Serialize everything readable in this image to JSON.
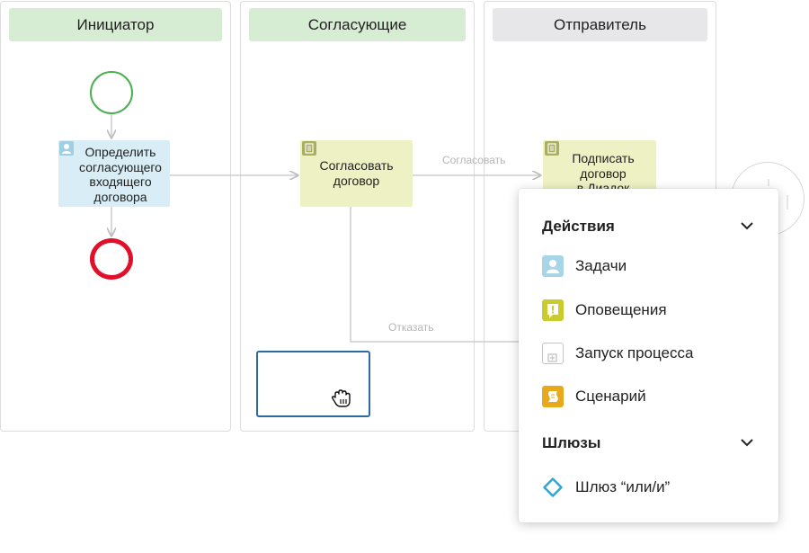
{
  "lanes": [
    {
      "title": "Инициатор"
    },
    {
      "title": "Согласующие"
    },
    {
      "title": "Отправитель"
    }
  ],
  "tasks": {
    "determine": {
      "lines": [
        "Определить",
        "согласующего",
        "входящего",
        "договора"
      ],
      "icon": "user-icon"
    },
    "approve": {
      "lines": [
        "Согласовать",
        "договор"
      ],
      "icon": "document-icon"
    },
    "sign": {
      "lines": [
        "Подписать",
        "договор",
        "в Диадок"
      ],
      "icon": "document-icon"
    }
  },
  "flows": {
    "approve_label": "Согласовать",
    "reject_label": "Отказать"
  },
  "panel": {
    "actions": {
      "title": "Действия",
      "items": [
        {
          "label": "Задачи",
          "icon": "user-icon",
          "color": "#a8d6e8"
        },
        {
          "label": "Оповещения",
          "icon": "exclamation-icon",
          "color": "#c8cc2c"
        },
        {
          "label": "Запуск процесса",
          "icon": "subprocess-icon",
          "color": "#ffffff"
        },
        {
          "label": "Сценарий",
          "icon": "script-icon",
          "color": "#e8a91c"
        }
      ]
    },
    "gateways": {
      "title": "Шлюзы",
      "items": [
        {
          "label": "Шлюз “или/и”",
          "icon": "diamond-icon",
          "color": "#2aa7d6"
        }
      ]
    }
  },
  "colors": {
    "lane_header_green": "#d6ecd3",
    "lane_header_gray": "#e7e6e8",
    "start_event": "#4caf50",
    "end_event": "#e0102a",
    "user_task": "#d8edf5",
    "doc_task": "#eef1c4",
    "placeholder_border": "#2f6aa0"
  }
}
